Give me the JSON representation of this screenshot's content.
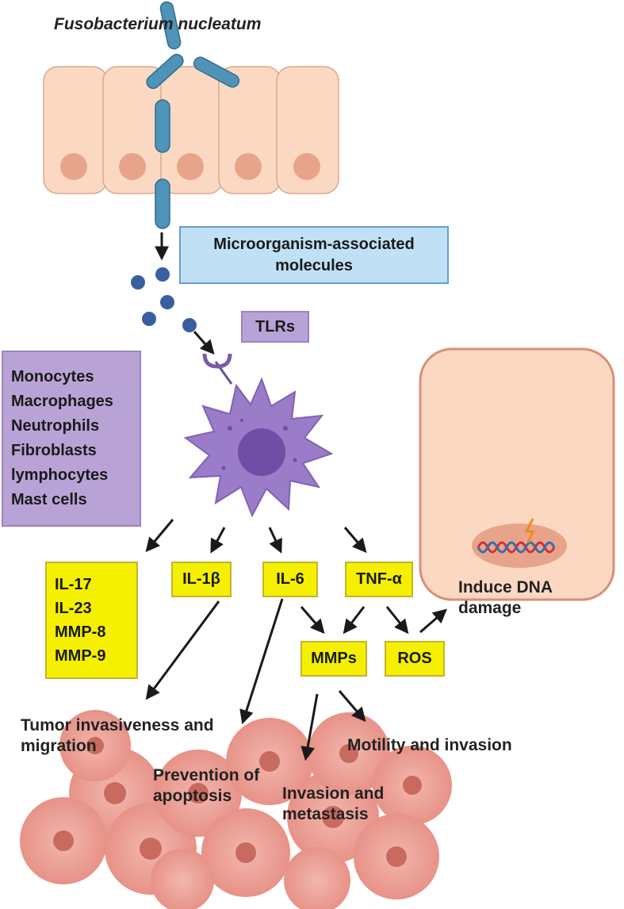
{
  "labels": {
    "bacterium": "Fusobacterium nucleatum",
    "microorganism_molecules": "Microorganism-associated molecules",
    "tlrs": "TLRs",
    "dna_damage": "Induce DNA damage",
    "tumor_invasiveness": "Tumor invasiveness and migration",
    "prevention_apoptosis": "Prevention of apoptosis",
    "invasion_metastasis": "Invasion and metastasis",
    "motility_invasion": "Motility and invasion"
  },
  "cell_types": [
    "Monocytes",
    "Macrophages",
    "Neutrophils",
    "Fibroblasts",
    "lymphocytes",
    "Mast cells"
  ],
  "mediators": {
    "group1": [
      "IL-17",
      "IL-23",
      "MMP-8",
      "MMP-9"
    ],
    "il1b": "IL-1β",
    "il6": "IL-6",
    "tnfa": "TNF-α",
    "mmps": "MMPs",
    "ros": "ROS"
  },
  "colors": {
    "epithelium": "#fbd8c2",
    "nucleus": "#e8a48a",
    "bacterium": "#4f93b8",
    "immune_cell": "#9a7cc9",
    "mediator_box": "#f4f000",
    "tumor": "#e89a90"
  }
}
